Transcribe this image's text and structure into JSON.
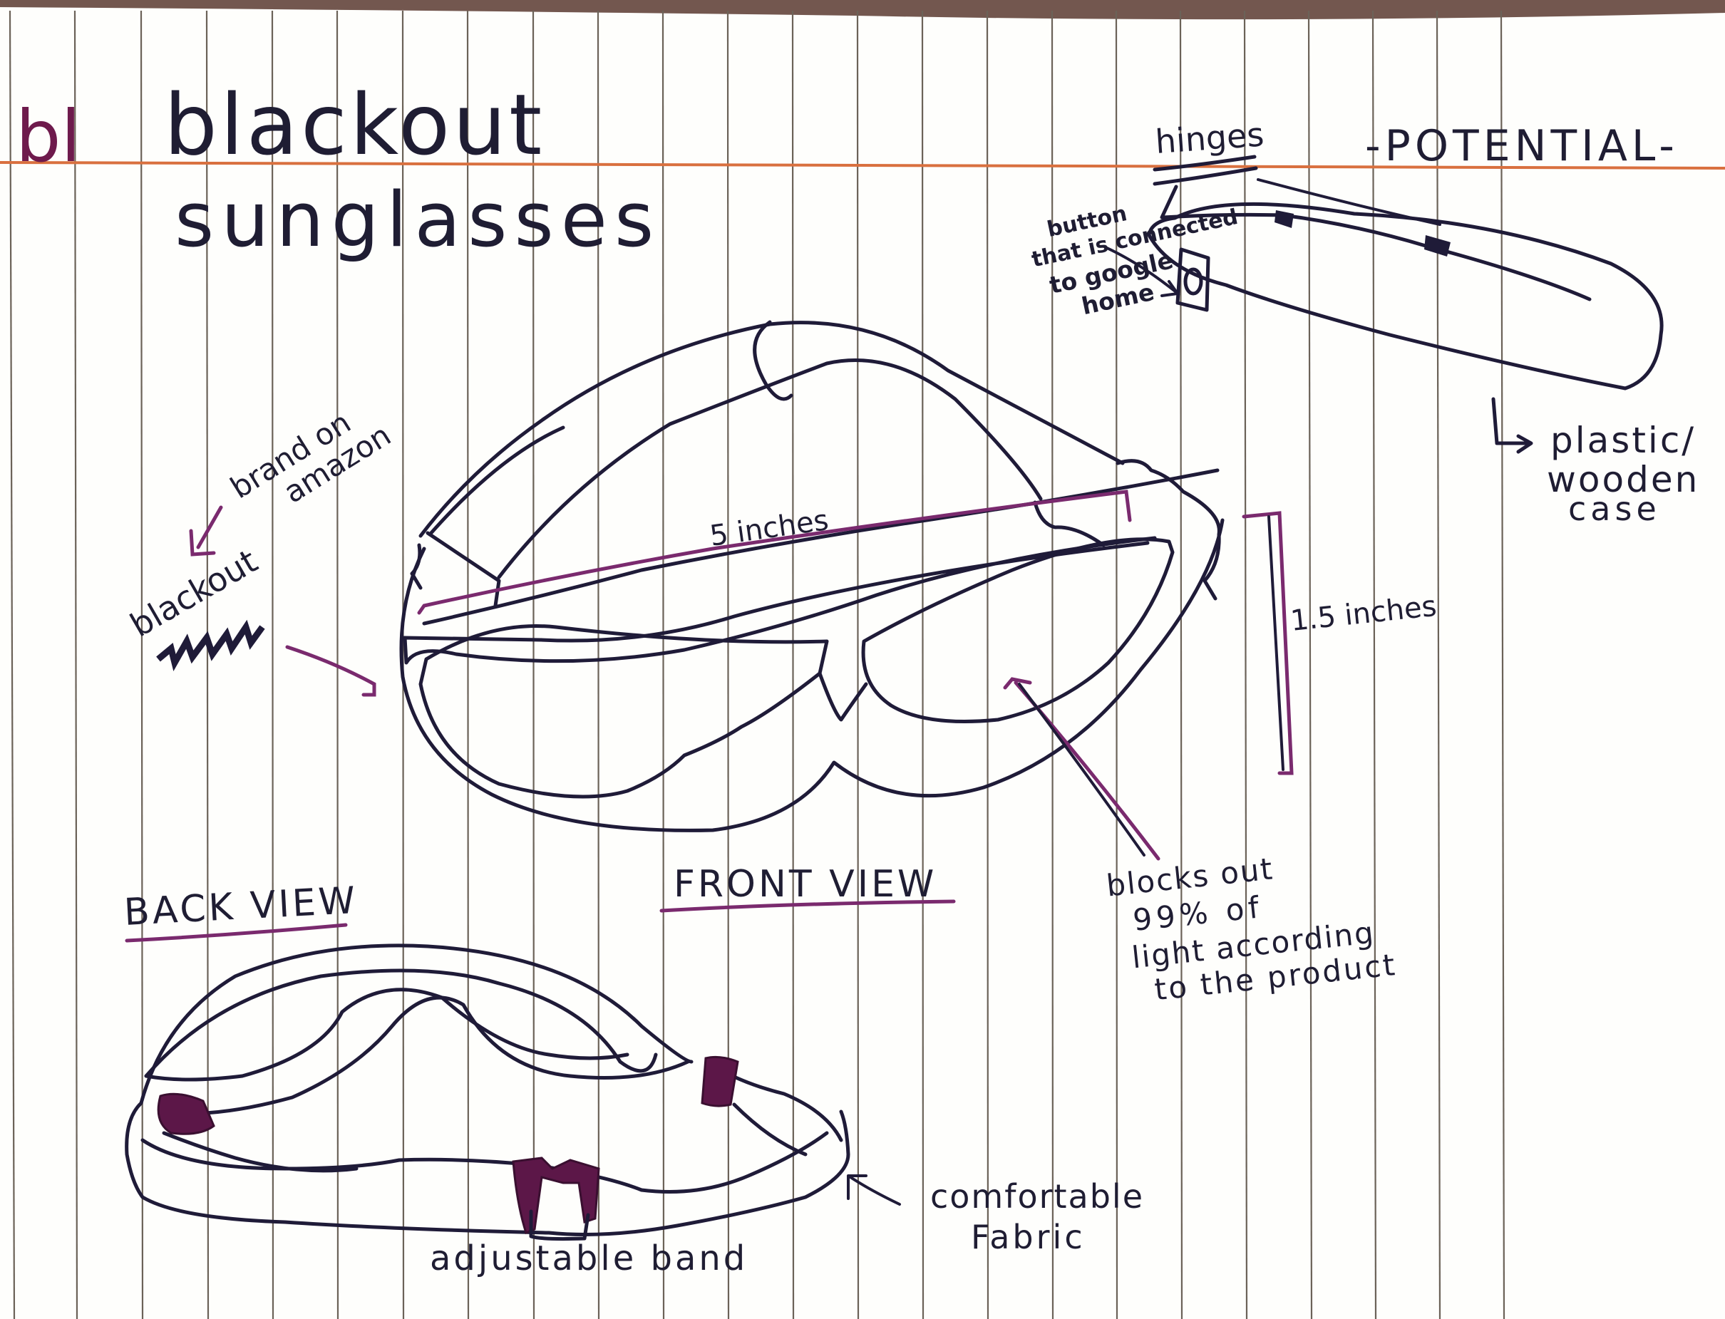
{
  "page": {
    "paper": "lined notebook page",
    "colors": {
      "paper": "#fefefc",
      "rule_lines": "#6b6258",
      "margin_line": "#d9703f",
      "ink": "#1f1b38",
      "accent_ink": "#7a2a6e",
      "top_edge": "#5a3a30"
    }
  },
  "header": {
    "tag": "bl",
    "title_line1": "blackout",
    "title_line2": "sunglasses"
  },
  "case_sketch": {
    "heading": "-POTENTIAL-",
    "hinges_label": "hinges",
    "button_label": [
      "button",
      "that is connected",
      "to google",
      "home"
    ],
    "material_label": [
      "plastic/",
      "wooden",
      "case"
    ]
  },
  "front_view": {
    "label": "FRONT VIEW",
    "width_label": "5 inches",
    "height_label": "1.5 inches",
    "brand_label": [
      "brand on",
      "amazon"
    ],
    "brand_name": "blackout",
    "light_label": [
      "blocks out",
      "99% of",
      "light according",
      "to the product"
    ]
  },
  "back_view": {
    "label": "BACK VIEW",
    "band_label": "adjustable band",
    "fabric_label": [
      "comfortable",
      "Fabric"
    ]
  }
}
